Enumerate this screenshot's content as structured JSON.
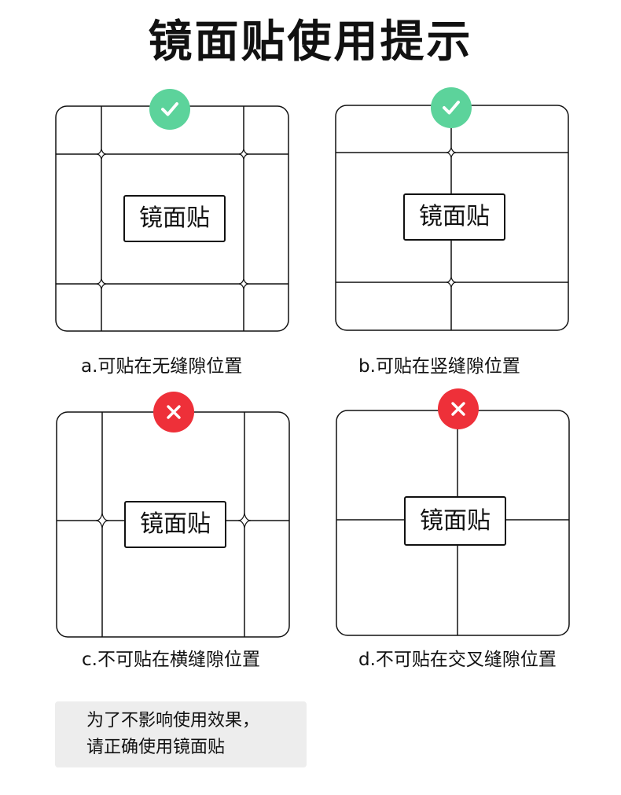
{
  "title": "镜面贴使用提示",
  "label_text": "镜面贴",
  "colors": {
    "ok": "#5cd39b",
    "bad": "#ee3039",
    "line": "#111111",
    "note_bg": "#ededed"
  },
  "panels": [
    {
      "id": "a",
      "status": "ok",
      "icon": "checkmark-icon",
      "caption": "a.可贴在无缝隙位置"
    },
    {
      "id": "b",
      "status": "ok",
      "icon": "checkmark-icon",
      "caption": "b.可贴在竖缝隙位置"
    },
    {
      "id": "c",
      "status": "bad",
      "icon": "cross-icon",
      "caption": "c.不可贴在横缝隙位置"
    },
    {
      "id": "d",
      "status": "bad",
      "icon": "cross-icon",
      "caption": "d.不可贴在交叉缝隙位置"
    }
  ],
  "note": {
    "line1": "为了不影响使用效果，",
    "line2": "请正确使用镜面贴"
  }
}
